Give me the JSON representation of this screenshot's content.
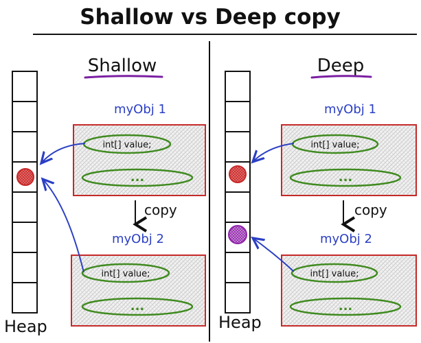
{
  "title": "Shallow vs Deep copy",
  "panels": {
    "shallow": {
      "heading": "Shallow",
      "obj1_label": "myObj 1",
      "obj2_label": "myObj 2",
      "field_text": "int[] value;",
      "field_text_obj2": "int[] value;",
      "dots": "...",
      "copy_label": "copy",
      "heap_label": "Heap"
    },
    "deep": {
      "heading": "Deep",
      "obj1_label": "myObj 1",
      "obj2_label": "myObj 2",
      "field_text": "int[] value;",
      "field_text_obj2": "int[] value;",
      "dots": "...",
      "copy_label": "copy",
      "heap_label": "Heap"
    }
  },
  "colors": {
    "ink": "#111111",
    "object_border": "#c62828",
    "field_oval": "#3f8a1f",
    "reference_arrow": "#2b3fc4",
    "heap_shared_red": "#d32f2f",
    "heap_copy_purple": "#9c27b0",
    "shallow_underline": "#7b1fa2",
    "deep_underline": "#7b1fa2"
  }
}
